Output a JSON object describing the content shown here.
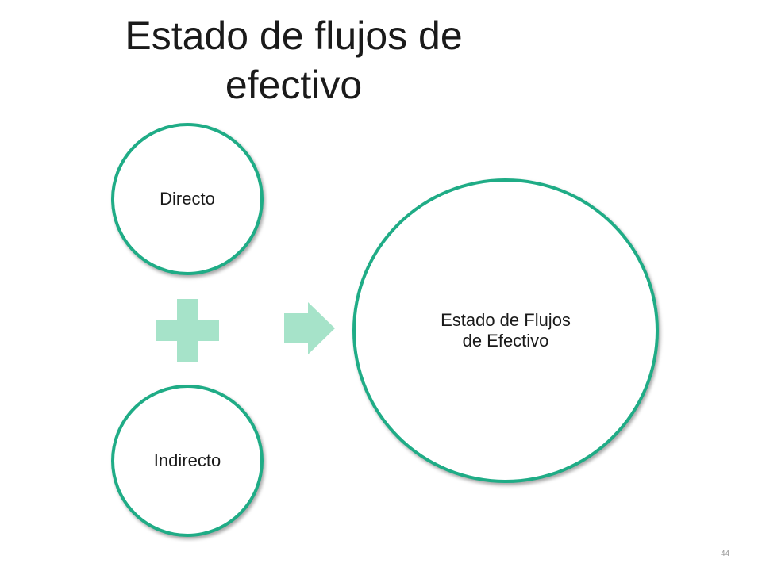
{
  "slide": {
    "title": "Estado de flujos de\nefectivo",
    "page_number": "44"
  },
  "diagram": {
    "inputs": [
      {
        "label": "Directo"
      },
      {
        "label": "Indirecto"
      }
    ],
    "combine_symbol": "plus-icon",
    "flow_symbol": "arrow-right-icon",
    "result": {
      "label": "Estado de Flujos\nde Efectivo"
    },
    "colors": {
      "circle_border": "#1fac86",
      "connector_fill": "#a6e3c9"
    }
  }
}
